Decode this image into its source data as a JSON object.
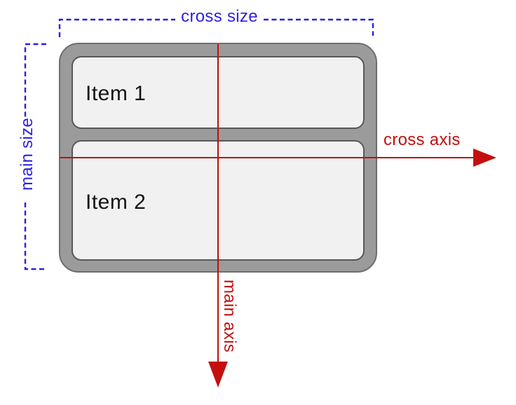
{
  "diagram": {
    "type": "flexbox-axes-diagram",
    "container": {
      "items": [
        {
          "label": "Item 1"
        },
        {
          "label": "Item 2"
        }
      ]
    },
    "annotations": {
      "cross_size": {
        "label": "cross size",
        "color": "#2d1fe0"
      },
      "main_size": {
        "label": "main size",
        "color": "#2d1fe0"
      },
      "cross_axis": {
        "label": "cross axis",
        "color": "#c40f0f"
      },
      "main_axis": {
        "label": "main axis",
        "color": "#c40f0f"
      }
    },
    "colors": {
      "size_bracket_blue": "#2d1fe0",
      "axis_arrow_red": "#c40f0f",
      "container_fill": "#9b9b9b",
      "container_stroke": "#6e6e6e",
      "item_fill": "#f1f1f1",
      "item_stroke": "#58585a",
      "item_text": "#141414",
      "background": "#ffffff"
    }
  }
}
